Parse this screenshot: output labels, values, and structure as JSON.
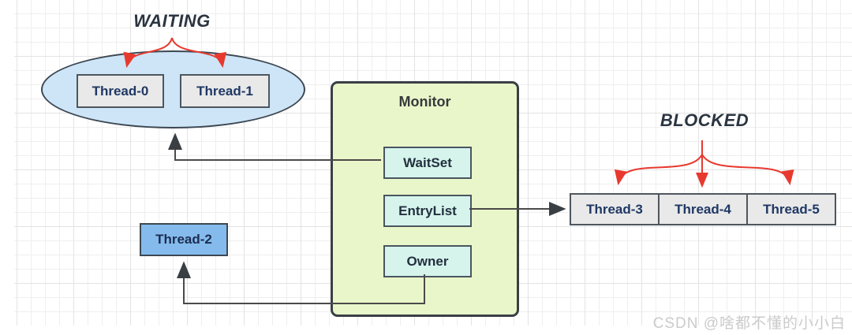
{
  "labels": {
    "waiting": "WAITING",
    "blocked": "BLOCKED"
  },
  "monitor": {
    "title": "Monitor",
    "slots": [
      "WaitSet",
      "EntryList",
      "Owner"
    ]
  },
  "threads": {
    "waiting": [
      "Thread-0",
      "Thread-1"
    ],
    "owner": "Thread-2",
    "blocked": [
      "Thread-3",
      "Thread-4",
      "Thread-5"
    ]
  },
  "watermark": "CSDN @啥都不懂的小小白",
  "colors": {
    "arrow_red": "#e8392e",
    "connector_dark": "#4a4a4a",
    "ellipse_fill": "#cde5f7",
    "monitor_fill": "#e9f6ca",
    "slot_fill": "#d6f4ec",
    "thread_gray_fill": "#e9e9e9",
    "thread_blue_fill": "#85bbec",
    "thread_text": "#1f3864",
    "title_text": "#2b3440"
  }
}
